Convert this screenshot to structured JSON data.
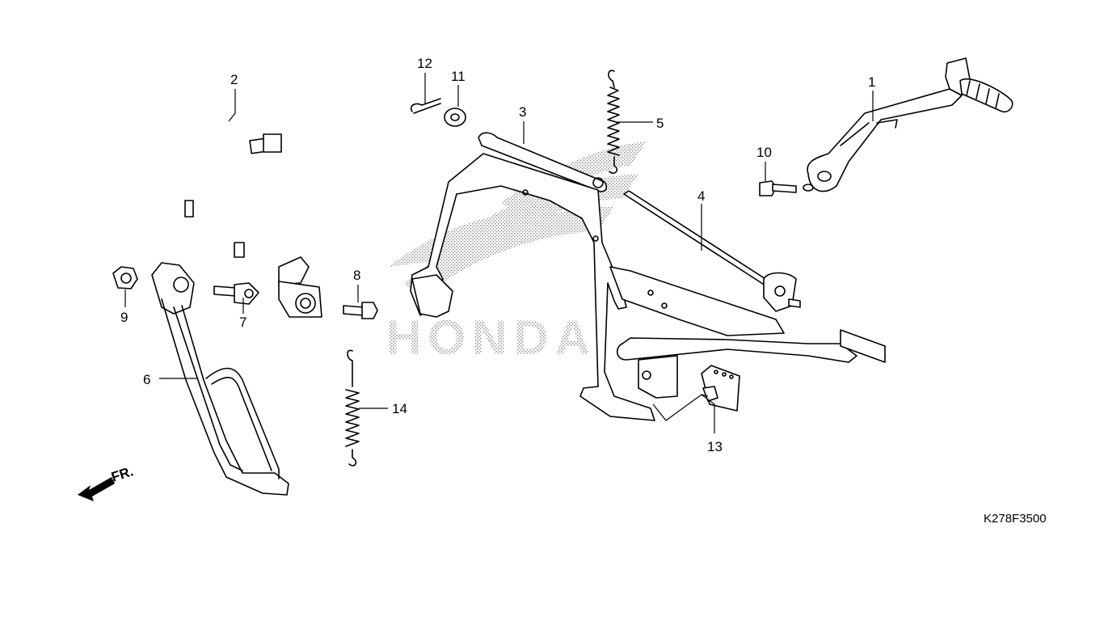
{
  "diagram": {
    "watermark_text": "HONDA",
    "figure_code": "K278F3500",
    "direction_label": "FR.",
    "callouts": [
      "1",
      "2",
      "3",
      "4",
      "5",
      "6",
      "7",
      "8",
      "9",
      "10",
      "11",
      "12",
      "13",
      "14"
    ],
    "parts": [
      {
        "ref": "1",
        "icon": "kick-starter-arm-icon"
      },
      {
        "ref": "2",
        "icon": "wire-harness-icon"
      },
      {
        "ref": "3",
        "icon": "main-stand-icon"
      },
      {
        "ref": "4",
        "icon": "stand-pivot-shaft-icon"
      },
      {
        "ref": "5",
        "icon": "stand-spring-icon"
      },
      {
        "ref": "6",
        "icon": "brake-pedal-icon"
      },
      {
        "ref": "7",
        "icon": "pedal-bolt-icon"
      },
      {
        "ref": "8",
        "icon": "switch-screw-icon"
      },
      {
        "ref": "9",
        "icon": "flange-nut-icon"
      },
      {
        "ref": "10",
        "icon": "arm-bolt-icon"
      },
      {
        "ref": "11",
        "icon": "washer-icon"
      },
      {
        "ref": "12",
        "icon": "cotter-pin-icon"
      },
      {
        "ref": "13",
        "icon": "stopper-rubber-icon"
      },
      {
        "ref": "14",
        "icon": "pedal-spring-icon"
      }
    ]
  }
}
